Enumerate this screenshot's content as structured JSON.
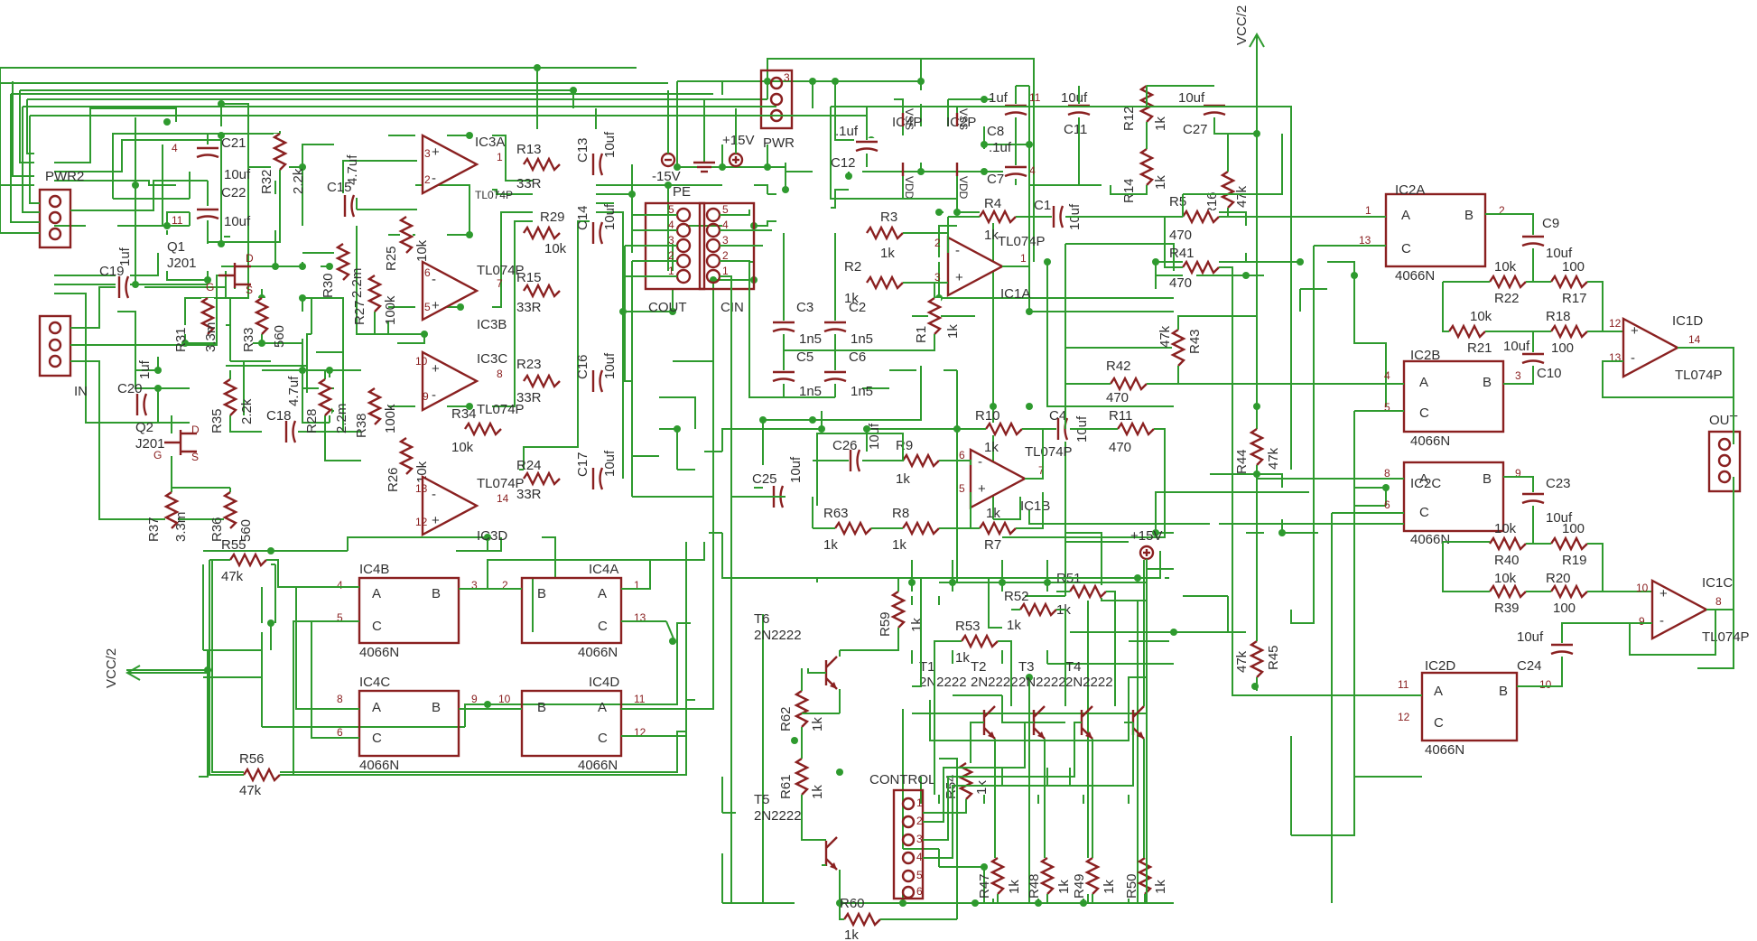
{
  "colors": {
    "wire": "#2e9a2e",
    "symbol": "#8a2020",
    "label": "#303030",
    "background": "#ffffff"
  },
  "labels": {
    "vcc2_top": "VCC/2",
    "vcc2_left": "VCC/2",
    "minus15": "-15V",
    "plus15": "+15V",
    "plus15_ctrl": "+15V",
    "pwr": "PWR",
    "pwr2": "PWR2",
    "in": "IN",
    "out": "OUT",
    "pe": "PE",
    "cout": "COUT",
    "cin": "CIN",
    "control": "CONTROL",
    "ic4p": "IC4P",
    "ic2p": "IC2P",
    "vss1": "VSS",
    "vss2": "VSS",
    "vdd1": "VDD",
    "vdd2": "VDD",
    "c12": "C12",
    "c12v": ".1uf",
    "c8": "C8",
    "c8v": "1uf",
    "c7": "C7",
    "c7v": ".1uf",
    "c11": "C11",
    "c11v": "10uf",
    "c27": "C27",
    "c27v": "10uf",
    "r12": "R12",
    "r12v": "1k",
    "r14": "R14",
    "r14v": "1k",
    "r16": "R16",
    "r16v": "47k",
    "c21": "C21",
    "c21v": "10uf",
    "c22": "C22",
    "c22v": "10uf",
    "r32": "R32",
    "r32v": "2.2k",
    "c15": "C15",
    "c15v": "4.7uf",
    "q1": "Q1",
    "q1v": "J201",
    "q2": "Q2",
    "q2v": "J201",
    "c19": "C19",
    "c19v": "1uf",
    "c20": "C20",
    "c20v": "1uf",
    "r31": "R31",
    "r31v": "3.3m",
    "r33": "R33",
    "r33v": "560",
    "r35": "R35",
    "r35v": "2.2k",
    "c18": "C18",
    "c18v": "4.7uf",
    "r37": "R37",
    "r37v": "3.3m",
    "r36": "R36",
    "r36v": "560",
    "r30": "R30",
    "r30v": "2.2m",
    "r27": "R27",
    "r27v": "100k",
    "r25": "R25",
    "r25v": "10k",
    "r28": "R28",
    "r28v": "2.2m",
    "r38": "R38",
    "r38v": "100k",
    "r26": "R26",
    "r26v": "10k",
    "ic3a": "IC3A",
    "ic3b": "IC3B",
    "ic3c": "IC3C",
    "ic3d": "IC3D",
    "tl074p": "TL074P",
    "r13": "R13",
    "r13v": "33R",
    "r29": "R29",
    "r29v": "10k",
    "r15": "R15",
    "r15v": "33R",
    "r23": "R23",
    "r23v": "33R",
    "r34": "R34",
    "r34v": "10k",
    "r24": "R24",
    "r24v": "33R",
    "c13": "C13",
    "c14": "C14",
    "c16": "C16",
    "c17": "C17",
    "cap10uf": "10uf",
    "r3": "R3",
    "r3v": "1k",
    "r4": "R4",
    "r4v": "1k",
    "r2": "R2",
    "r2v": "1k",
    "r1": "R1",
    "r1v": "1k",
    "c1": "C1",
    "c1v": "10uf",
    "c2": "C2",
    "c3": "C3",
    "c5": "C5",
    "c6": "C6",
    "c1n5": "1n5",
    "ic1a": "IC1A",
    "ic1b": "IC1B",
    "ic1c": "IC1C",
    "ic1d": "IC1D",
    "r9": "R9",
    "r9v": "1k",
    "r10": "R10",
    "r10v": "1k",
    "c4": "C4",
    "c4v": "10uf",
    "r11": "R11",
    "r11v": "470",
    "c26": "C26",
    "c26v": "10uf",
    "c25": "C25",
    "c25v": "10uf",
    "r63": "R63",
    "r63v": "1k",
    "r8": "R8",
    "r8v": "1k",
    "r7": "R7",
    "r7v": "1k",
    "r5": "R5",
    "r5v": "470",
    "r41": "R41",
    "r41v": "470",
    "r42": "R42",
    "r42v": "470",
    "r43": "R43",
    "r43v": "47k",
    "ic2a": "IC2A",
    "ic2b": "IC2B",
    "ic2c": "IC2C",
    "ic2d": "IC2D",
    "ic4a": "IC4A",
    "ic4b": "IC4B",
    "ic4c": "IC4C",
    "ic4d": "IC4D",
    "n4066": "4066N",
    "pinA": "A",
    "pinB": "B",
    "pinC": "C",
    "c9": "C9",
    "c9v": "10uf",
    "r22": "R22",
    "r22v": "10k",
    "r17": "R17",
    "r17v": "100",
    "r21": "R21",
    "r21v": "10k",
    "r18": "R18",
    "r18v": "100",
    "c10": "C10",
    "c10v": "10uf",
    "r44": "R44",
    "r44v": "47k",
    "c23": "C23",
    "c23v": "10uf",
    "r40": "R40",
    "r40v": "10k",
    "r19": "R19",
    "r19v": "100",
    "r39": "R39",
    "r39v": "10k",
    "r20": "R20",
    "r20v": "100",
    "r45": "R45",
    "r45v": "47k",
    "c24": "C24",
    "c24v": "10uf",
    "r55": "R55",
    "r55v": "47k",
    "r56": "R56",
    "r56v": "47k",
    "t1": "T1",
    "t2": "T2",
    "t3": "T3",
    "t4": "T4",
    "t5": "T5",
    "t6": "T6",
    "n2222": "2N2222",
    "r51": "R51",
    "r51v": "1k",
    "r52": "R52",
    "r52v": "1k",
    "r53": "R53",
    "r53v": "1k",
    "r54": "R54",
    "r54v": "1k",
    "r59": "R59",
    "r59v": "1k",
    "r62": "R62",
    "r62v": "1k",
    "r61": "R61",
    "r61v": "1k",
    "r60": "R60",
    "r60v": "1k",
    "r47": "R47",
    "r48": "R48",
    "r49": "R49",
    "r50": "R50",
    "r1k": "1k",
    "p1": "1",
    "p2": "2",
    "p3": "3",
    "p4": "4",
    "p5": "5",
    "p6": "6",
    "p7": "7",
    "p8": "8",
    "p9": "9",
    "p10": "10",
    "p11": "11",
    "p12": "12",
    "p13": "13",
    "p14": "14",
    "plus": "+",
    "minus": "-"
  }
}
